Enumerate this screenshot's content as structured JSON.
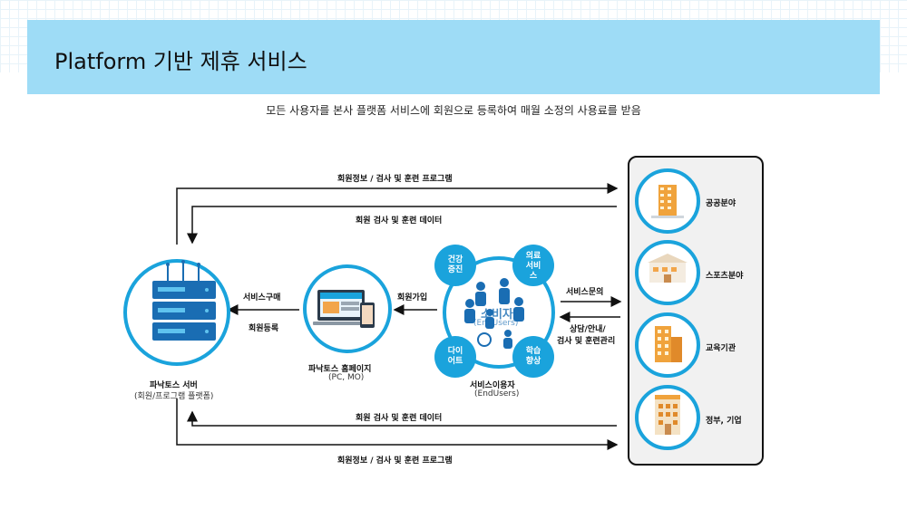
{
  "title": "Platform 기반 제휴 서비스",
  "subtitle": "모든 사용자를 본사 플랫폼 서비스에 회원으로 등록하여 매월 소정의 사용료를 받음",
  "flows": {
    "top_out": "회원정보 / 검사 및 훈련 프로그램",
    "top_in": "회원 검사 및 훈련 데이터",
    "bottom_in": "회원 검사 및 훈련 데이터",
    "bottom_out": "회원정보 / 검사 및 훈련 프로그램",
    "purchase": "서비스구매",
    "register": "회원등록",
    "join": "회원가입",
    "inquiry": "서비스문의",
    "consult": "상담/안내/",
    "manage": "검사 및 훈련관리"
  },
  "server": {
    "name": "파낙토스 서버",
    "sub": "(회원/프로그램 플랫폼)"
  },
  "homepage": {
    "name": "파낙토스 홈페이지",
    "sub": "(PC, MO)"
  },
  "users": {
    "center_label": "소비자",
    "center_sub": "(EndUsers)",
    "name": "서비스이용자",
    "sub": "(EndUsers)",
    "bubbles": [
      "건강 증진",
      "의료 서비스",
      "다이 어트",
      "학습 향상"
    ]
  },
  "sectors": [
    "공공분야",
    "스포츠분야",
    "교육기관",
    "정부, 기업"
  ],
  "colors": {
    "accent": "#1aa3dc",
    "title_bar": "#9edcf6",
    "dark_blue": "#1a6db3"
  }
}
